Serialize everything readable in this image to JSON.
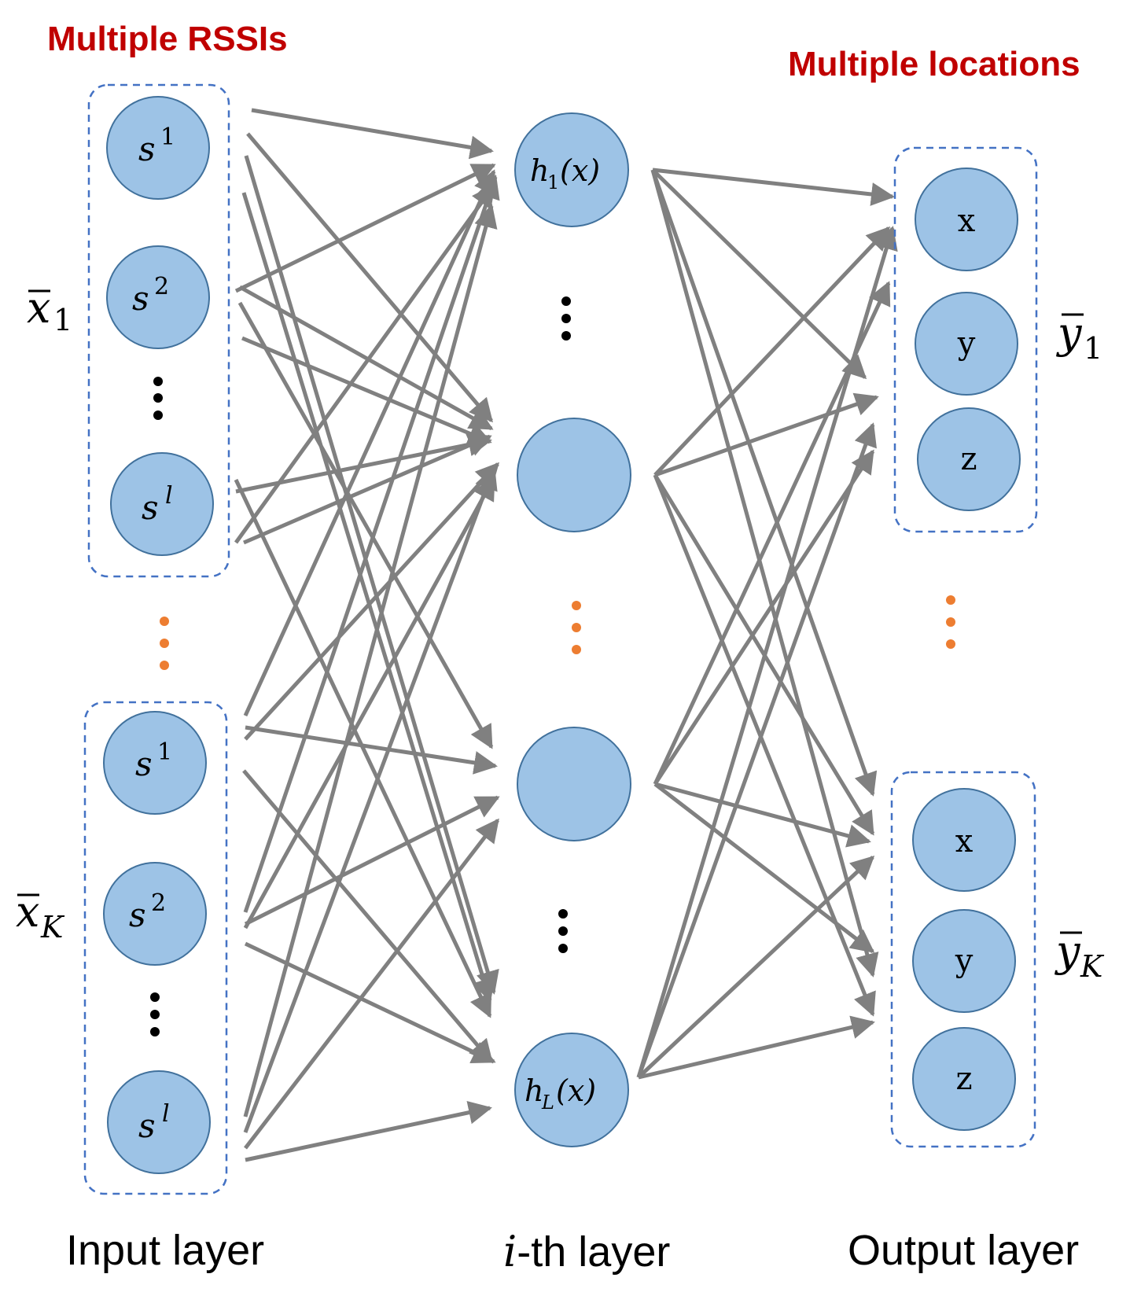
{
  "headings": {
    "input": "Multiple RSSIs",
    "output": "Multiple locations"
  },
  "layers": {
    "input": "Input layer",
    "hidden_prefix": "i",
    "hidden_suffix": "-th layer",
    "output": "Output layer"
  },
  "groups": {
    "input_1": {
      "base": "x",
      "sub": "1"
    },
    "input_K": {
      "base": "x",
      "sub": "K"
    },
    "output_1": {
      "base": "y",
      "sub": "1"
    },
    "output_K": {
      "base": "y",
      "sub": "K"
    }
  },
  "input_nodes": {
    "base": "s",
    "sup_1": "1",
    "sup_2": "2",
    "sup_l": "l"
  },
  "hidden_nodes": {
    "first": {
      "base": "h",
      "sub": "1",
      "arg": "(x)"
    },
    "last": {
      "base": "h",
      "sub": "L",
      "arg": "(x)"
    }
  },
  "output_nodes": {
    "x": "x",
    "y": "y",
    "z": "z"
  },
  "colors": {
    "node_fill": "#9dc3e6",
    "node_stroke": "#41719c",
    "group_border": "#4472c4",
    "edge": "#808080",
    "heading": "#c00000",
    "ellipsis_orange": "#ed7d31"
  }
}
